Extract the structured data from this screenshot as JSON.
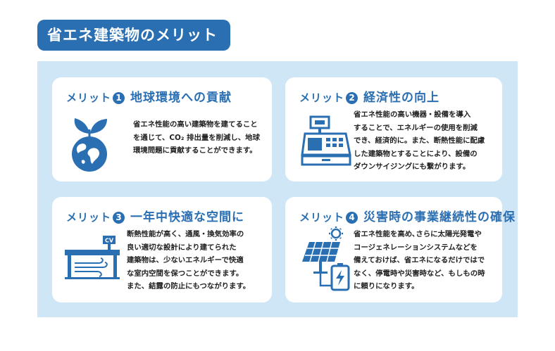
{
  "page_title": "省エネ建築物のメリット",
  "merit_label": "メリット",
  "colors": {
    "accent": "#2b6fb3",
    "panel_bg": "#cfe6f7",
    "card_bg": "#ffffff"
  },
  "cards": [
    {
      "number": "1",
      "heading": "地球環境への貢献",
      "icon": "globe-plant-icon",
      "lines": [
        "省エネ性能の高い建築物を建てること",
        "を通じて、CO₂ 排出量を削減し、地球",
        "環境問題に貢献することができます。"
      ]
    },
    {
      "number": "2",
      "heading": "経済性の向上",
      "icon": "cash-register-icon",
      "lines": [
        "省エネ性能の高い機器・設備を導入",
        "することで、エネルギーの使用を削減",
        "でき、経済的に。また、断熱性能に配慮",
        "した建築物とすることにより、設備の",
        "ダウンサイジングにも繋がります。"
      ]
    },
    {
      "number": "3",
      "heading": "一年中快適な空間に",
      "icon": "building-ventilation-icon",
      "icon_text": "CV",
      "lines": [
        "断熱性能が高く、通風・換気効率の",
        "良い適切な設計により建てられた",
        "建築物は、少ないエネルギーで快適",
        "な室内空間を保つことができます。",
        "また、結露の防止にもつながります。"
      ]
    },
    {
      "number": "4",
      "heading": "災害時の事業継続性の確保",
      "icon": "solar-battery-icon",
      "lines": [
        "省エネ性能を高め､さらに太陽光発電や",
        "コージェネレーションシステムなどを",
        "備えておけば、省エネになるだけではで",
        "なく、停電時や災害時など、もしもの時",
        "に頼りになります。"
      ]
    }
  ]
}
